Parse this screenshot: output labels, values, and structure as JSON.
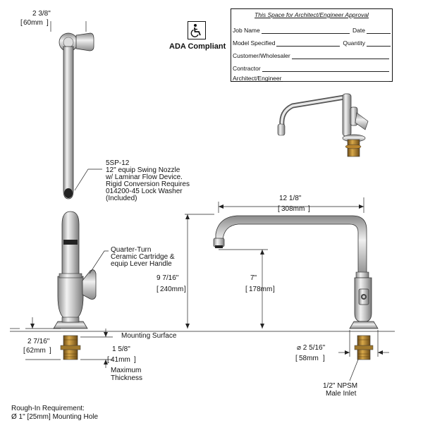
{
  "ada": {
    "label": "ADA Compliant",
    "icon": "wheelchair-icon"
  },
  "approval_form": {
    "title": "This Space for Architect/Engineer Approval",
    "fields": [
      {
        "label": "Job Name",
        "label2": "Date"
      },
      {
        "label": "Model Specified",
        "label2": "Quantity"
      },
      {
        "label": "Customer/Wholesaler",
        "label2": ""
      },
      {
        "label": "Contractor",
        "label2": ""
      },
      {
        "label": "Architect/Engineer",
        "label2": ""
      }
    ]
  },
  "dimensions": {
    "top_width_in": "2 3/8\"",
    "top_width_mm": "60mm",
    "spout_reach_in": "12 1/8\"",
    "spout_reach_mm": "308mm",
    "total_height_in": "9 7/16\"",
    "total_height_mm": "240mm",
    "spout_height_in": "7\"",
    "spout_height_mm": "178mm",
    "shank_length_in": "2 7/16\"",
    "shank_length_mm": "62mm",
    "max_thickness_in": "1 5/8\"",
    "max_thickness_mm": "41mm",
    "flange_dia_in": "⌀ 2 5/16\"",
    "flange_dia_mm": "58mm"
  },
  "callouts": {
    "nozzle": [
      "5SP-12",
      "12\" equip Swing Nozzle",
      "w/ Laminar Flow Device.",
      "Rigid Conversion Requires",
      "014200-45 Lock Washer",
      "(Included)"
    ],
    "cartridge": [
      "Quarter-Turn",
      "Ceramic Cartridge &",
      "equip Lever Handle"
    ],
    "mounting_surface": "Mounting Surface",
    "max_thickness": [
      "Maximum",
      "Thickness"
    ],
    "inlet": [
      "1/2\" NPSM",
      "Male Inlet"
    ],
    "rough_in": [
      "Rough-In Requirement:",
      "Ø 1\" [25mm] Mounting Hole"
    ]
  }
}
